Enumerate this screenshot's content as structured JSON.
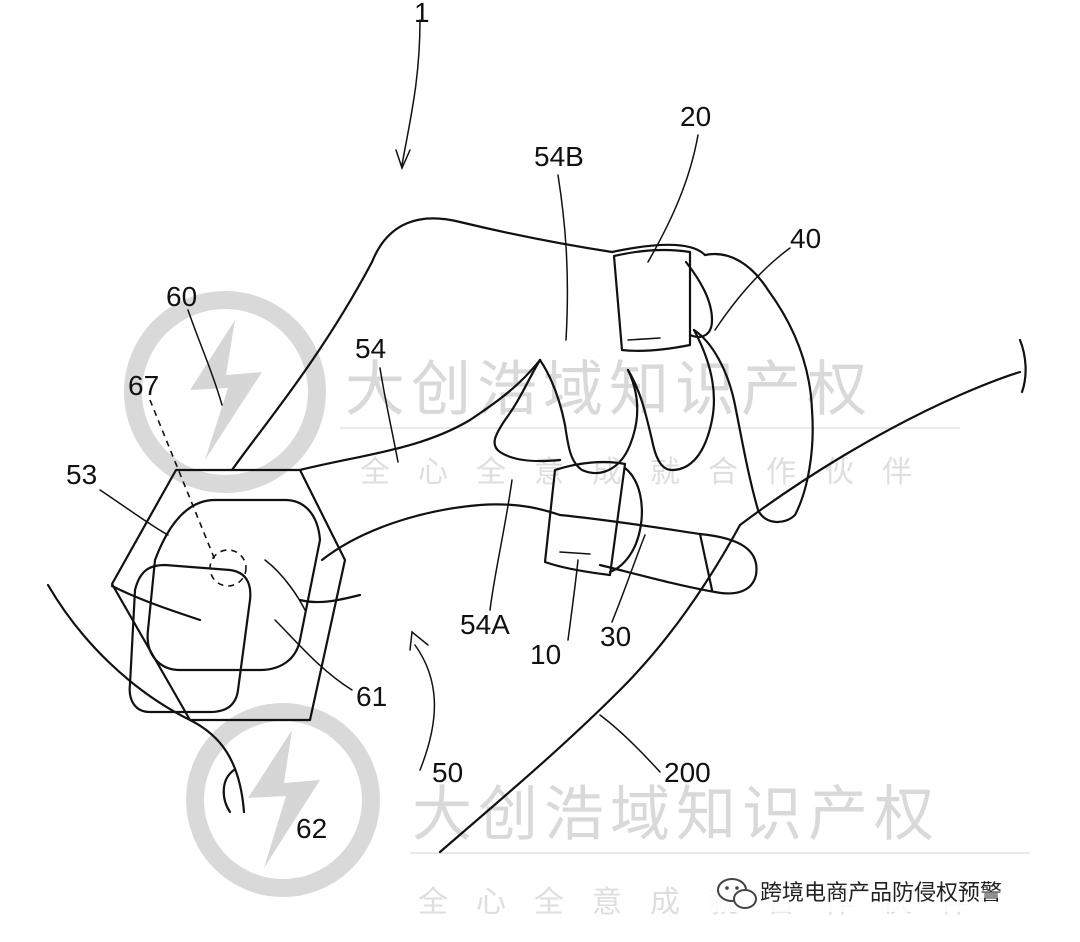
{
  "figure": {
    "reference_numerals": {
      "device": "1",
      "ring_upper": "20",
      "strap_upper": "54B",
      "tip_upper": "40",
      "controller": "60",
      "strap": "54",
      "sensor": "67",
      "housing": "53",
      "strap_lower": "54A",
      "ring_lower": "10",
      "tip_lower": "30",
      "screen": "61",
      "glove": "50",
      "hand": "200",
      "bottom_partial": "62"
    }
  },
  "watermark": {
    "main_text": "大创浩域知识产权",
    "sub_text": "全心全意成就合作伙伴",
    "main_text_2": "大创浩域知识产权",
    "sub_text_2": "全心全意成就合作伙伴"
  },
  "badge": {
    "icon": "wechat-icon",
    "text": "跨境电商产品防侵权预警"
  }
}
